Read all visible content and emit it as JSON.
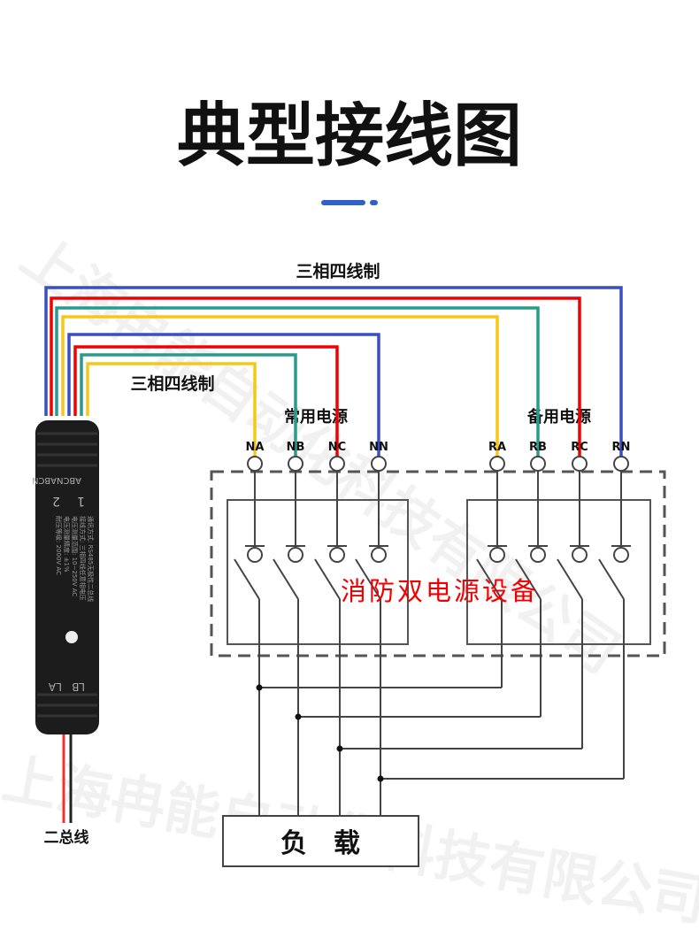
{
  "title": "典型接线图",
  "watermark": "上海冉能自动化科技有限公司",
  "label_top": "三相四线制",
  "label_inner": "三相四线制",
  "normal_source": "常用电源",
  "backup_source": "备用电源",
  "terminals_normal": [
    "NA",
    "NB",
    "NC",
    "NN"
  ],
  "terminals_backup": [
    "RA",
    "RB",
    "RC",
    "RN"
  ],
  "equipment": "消防双电源设备",
  "load": "负　载",
  "bus_label": "二总线",
  "device": {
    "port1": "1",
    "port2": "2",
    "phase1": "ABCN",
    "phase2": "ABCN",
    "lb": "LB",
    "la": "LA",
    "spec_lines": [
      "通讯方式: RS485无极性二总线",
      "接线方式: 三相四线任意相电压",
      "电压测量范围: 10~250V AC",
      "电压测量精度: ±1%",
      "耐压等级: 2000V AC"
    ]
  },
  "colors": {
    "blue": "#3a4fc2",
    "red": "#f00000",
    "teal": "#2a9a8c",
    "yellow": "#f7c718",
    "accent": "#2f62c9"
  }
}
